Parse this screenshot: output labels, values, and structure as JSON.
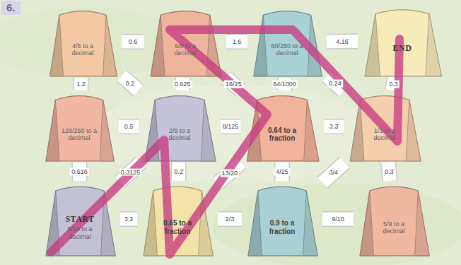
{
  "diagram": {
    "nodes": [
      {
        "text": [
          "4/5 to a decimal"
        ]
      },
      {
        "text": [
          "5/8 to a decimal"
        ]
      },
      {
        "text": [
          "60/250 to a decimal"
        ]
      },
      {
        "text": [
          "END"
        ]
      },
      {
        "text": [
          "129/250 to a decimal"
        ]
      },
      {
        "text": [
          "2/9 to a decimal"
        ]
      },
      {
        "text": [
          "0.64 to a fraction"
        ]
      },
      {
        "text": [
          "1/3 to a decimal"
        ]
      },
      {
        "text": [
          "START",
          "5/16 to a decimal"
        ]
      },
      {
        "text": [
          "0.65 to a fraction"
        ]
      },
      {
        "text": [
          "0.9 to a fraction"
        ]
      },
      {
        "text": [
          "5/9 to a decimal"
        ]
      }
    ],
    "edges": [
      {
        "from": 0,
        "to": 1,
        "label": "0.6",
        "arrow": "none"
      },
      {
        "from": 1,
        "to": 2,
        "label": "1.6",
        "arrow": "none"
      },
      {
        "from": 2,
        "to": 3,
        "label": "4.16̄",
        "arrow": "none"
      },
      {
        "from": 0,
        "to": 4,
        "label": "1.2",
        "arrow": "none"
      },
      {
        "from": 0,
        "to": 5,
        "label": "0.2",
        "arrow": "none"
      },
      {
        "from": 1,
        "to": 5,
        "label": "0.625",
        "arrow": "none"
      },
      {
        "from": 1,
        "to": 6,
        "label": "16/25",
        "arrow": "none"
      },
      {
        "from": 2,
        "to": 6,
        "label": "64/1000",
        "arrow": "none"
      },
      {
        "from": 2,
        "to": 7,
        "label": "0.24",
        "arrow": "none"
      },
      {
        "from": 3,
        "to": 7,
        "label": "0.3",
        "arrow": "none"
      },
      {
        "from": 4,
        "to": 5,
        "label": "0.5",
        "arrow": "none"
      },
      {
        "from": 4,
        "to": 8,
        "label": "0.516",
        "arrow": "none"
      },
      {
        "from": 5,
        "to": 6,
        "label": "8/125",
        "arrow": "none"
      },
      {
        "from": 5,
        "to": 8,
        "label": "0.3125",
        "arrow": "none"
      },
      {
        "from": 5,
        "to": 9,
        "label": "0.2̄",
        "arrow": "none"
      },
      {
        "from": 6,
        "to": 7,
        "label": "3.3̄",
        "arrow": "none"
      },
      {
        "from": 6,
        "to": 9,
        "label": "13/20",
        "arrow": "none"
      },
      {
        "from": 6,
        "to": 10,
        "label": "4/25",
        "arrow": "none"
      },
      {
        "from": 7,
        "to": 10,
        "label": "3/4",
        "arrow": "none"
      },
      {
        "from": 7,
        "to": 11,
        "label": "0.3̄",
        "arrow": "none"
      },
      {
        "from": 8,
        "to": 9,
        "label": "3.2",
        "arrow": "none"
      },
      {
        "from": 9,
        "to": 10,
        "label": "2/3",
        "arrow": "none"
      },
      {
        "from": 10,
        "to": 11,
        "label": "9/10",
        "arrow": "none"
      }
    ],
    "labels": [
      "6."
    ]
  }
}
